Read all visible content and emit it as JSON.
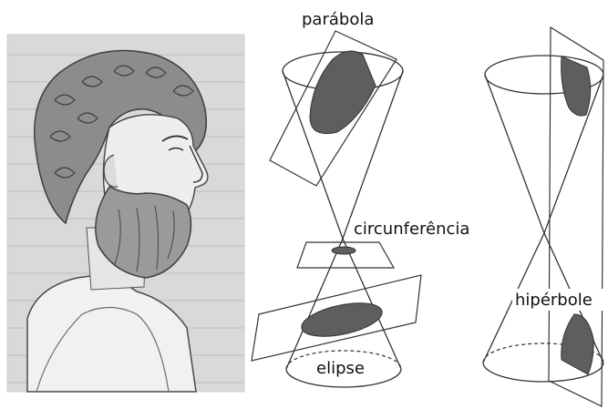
{
  "labels": {
    "parabola": "parábola",
    "circumference": "circunferência",
    "ellipse": "elipse",
    "hyperbola": "hipérbole"
  },
  "colors": {
    "background": "#ffffff",
    "portrait_background": "#d9d9d9",
    "conic_section_fill": "#5e5e5e",
    "line": "#333333"
  },
  "icons": {
    "portrait": "bust-engraving-icon"
  }
}
